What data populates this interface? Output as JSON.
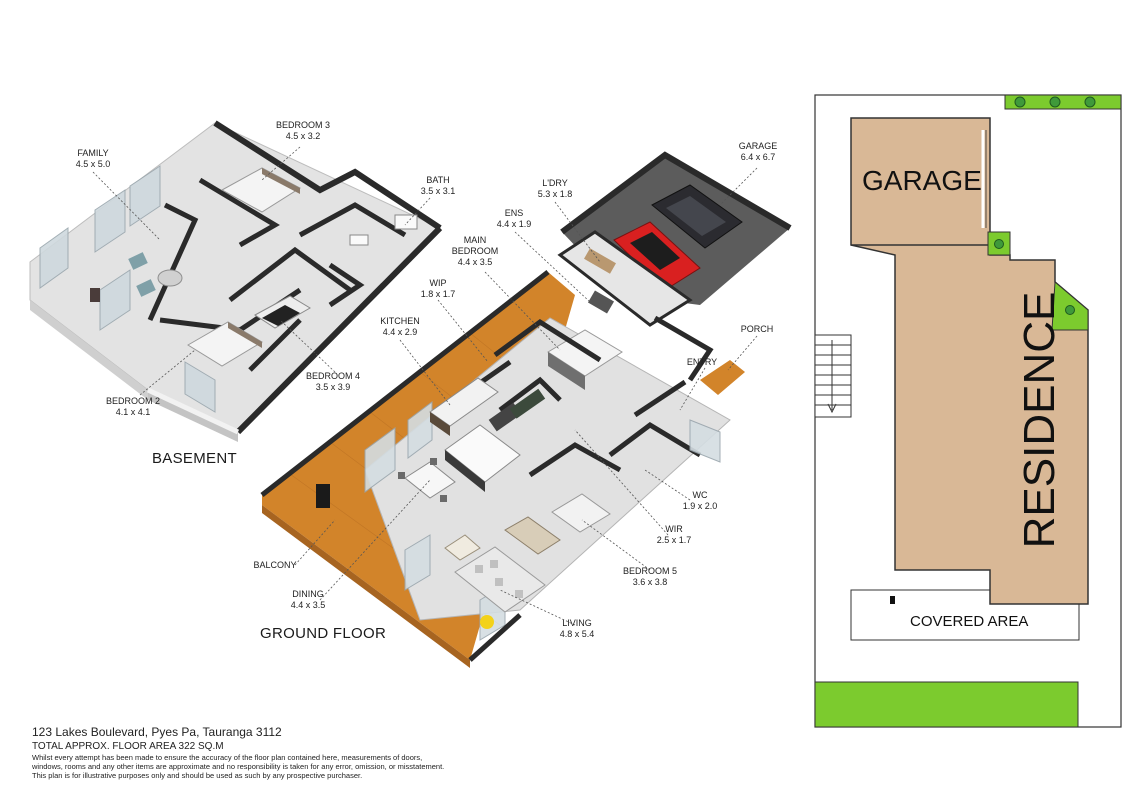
{
  "rooms": [
    {
      "name": "FAMILY",
      "dims": "4.5 x 5.0"
    },
    {
      "name": "BEDROOM 3",
      "dims": "4.5 x 3.2"
    },
    {
      "name": "BATH",
      "dims": "3.5 x 3.1"
    },
    {
      "name": "BEDROOM 2",
      "dims": "4.1 x 4.1"
    },
    {
      "name": "BEDROOM 4",
      "dims": "3.5 x 3.9"
    },
    {
      "name": "GARAGE",
      "dims": "6.4 x 6.7"
    },
    {
      "name": "L'DRY",
      "dims": "5.3 x 1.8"
    },
    {
      "name": "ENS",
      "dims": "4.4 x 1.9"
    },
    {
      "name": "MAIN BEDROOM",
      "dims": "4.4 x 3.5"
    },
    {
      "name": "WIP",
      "dims": "1.8 x 1.7"
    },
    {
      "name": "KITCHEN",
      "dims": "4.4 x 2.9"
    },
    {
      "name": "PORCH",
      "dims": ""
    },
    {
      "name": "ENTRY",
      "dims": ""
    },
    {
      "name": "WC",
      "dims": "1.9 x 2.0"
    },
    {
      "name": "WIR",
      "dims": "2.5 x 1.7"
    },
    {
      "name": "BEDROOM 5",
      "dims": "3.6 x 3.8"
    },
    {
      "name": "BALCONY",
      "dims": ""
    },
    {
      "name": "DINING",
      "dims": "4.4 x 3.5"
    },
    {
      "name": "LIVING",
      "dims": "4.8 x 5.4"
    }
  ],
  "levels": {
    "basement": "BASEMENT",
    "ground": "GROUND FLOOR"
  },
  "site": {
    "garage": "GARAGE",
    "residence": "RESIDENCE",
    "covered": "COVERED AREA"
  },
  "footer": {
    "address": "123 Lakes Boulevard, Pyes Pa, Tauranga 3112",
    "area": "TOTAL APPROX. FLOOR AREA 322 SQ.M",
    "disclaimer_1": "Whilst every attempt has been made to ensure the accuracy of the floor plan contained here, measurements of doors,",
    "disclaimer_2": "windows, rooms and any other items are approximate and no responsibility is taken for any error, omission, or misstatement.",
    "disclaimer_3": "This plan is for illustrative purposes only and should be used as such by any prospective purchaser."
  },
  "colors": {
    "wood": "#d2842a",
    "floor": "#dcdcdc",
    "wall": "#2a2a2a",
    "site_fill": "#d9b896",
    "grass": "#7ccb2e",
    "tree": "#3f9a3a"
  }
}
